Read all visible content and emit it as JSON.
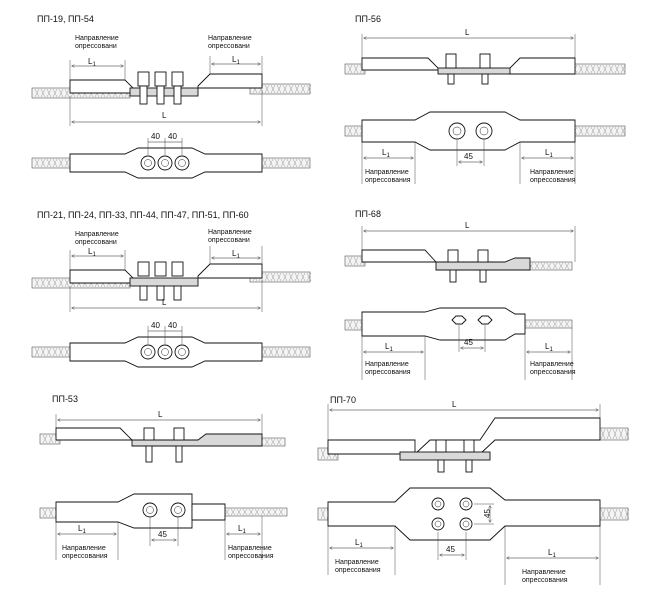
{
  "titles": {
    "pp19": "ПП-19, ПП-54",
    "pp56": "ПП-56",
    "pp21": "ПП-21, ПП-24, ПП-33, ПП-44, ПП-47, ПП-51, ПП-60",
    "pp68": "ПП-68",
    "pp53": "ПП-53",
    "pp70": "ПП-70"
  },
  "labels": {
    "napr": "Направление",
    "opress_cut": "опрессовани",
    "opress": "опрессования",
    "L": "L",
    "L1": "L",
    "sub1": "1",
    "d40": "40",
    "d45": "45"
  },
  "colors": {
    "line": "#111111",
    "fill": "#d9d9d9",
    "wire": "#f4f4f4"
  }
}
